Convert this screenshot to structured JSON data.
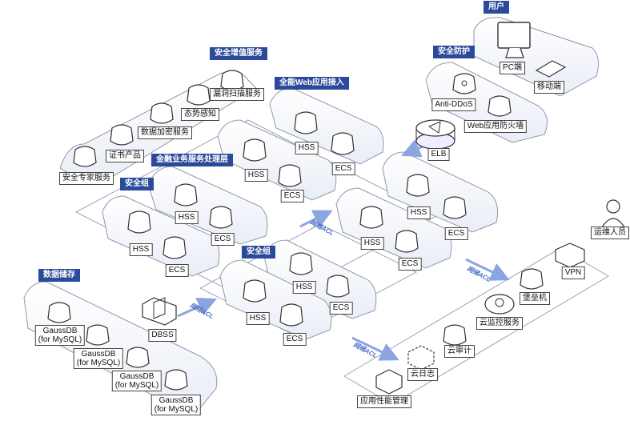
{
  "groups": {
    "users": "用户",
    "security_protection": "安全防护",
    "security_value_added": "安全增值服务",
    "web_access": "全能Web应用接入",
    "finance_processing": "金融业务服务处理层",
    "security_group_1": "安全组",
    "security_group_2": "安全组",
    "data_storage": "数据储存"
  },
  "nodes": {
    "pc": "PC端",
    "mobile": "移动端",
    "anti_ddos": "Anti-DDoS",
    "waf": "Web应用防火墙",
    "elb": "ELB",
    "vuln_scan": "漏洞扫描服务",
    "situation": "态势感知",
    "encryption": "数据加密服务",
    "certificate": "证书产品",
    "expert": "安全专家服务",
    "hss": "HSS",
    "ecs": "ECS",
    "dbss": "DBSS",
    "gaussdb": "GaussDB",
    "gaussdb_sub": "(for MySQL)",
    "ops_staff": "运维人员",
    "vpn": "VPN",
    "bastion": "堡垒机",
    "cloud_monitor": "云监控服务",
    "cloud_audit": "云审计",
    "cloud_log": "云日志",
    "apm": "应用性能管理"
  },
  "acl_label": "网络ACL",
  "colors": {
    "group_title_bg": "#2b4a9a",
    "arrow": "#8aa6e0",
    "panel_fill": "#f3f5fa"
  }
}
